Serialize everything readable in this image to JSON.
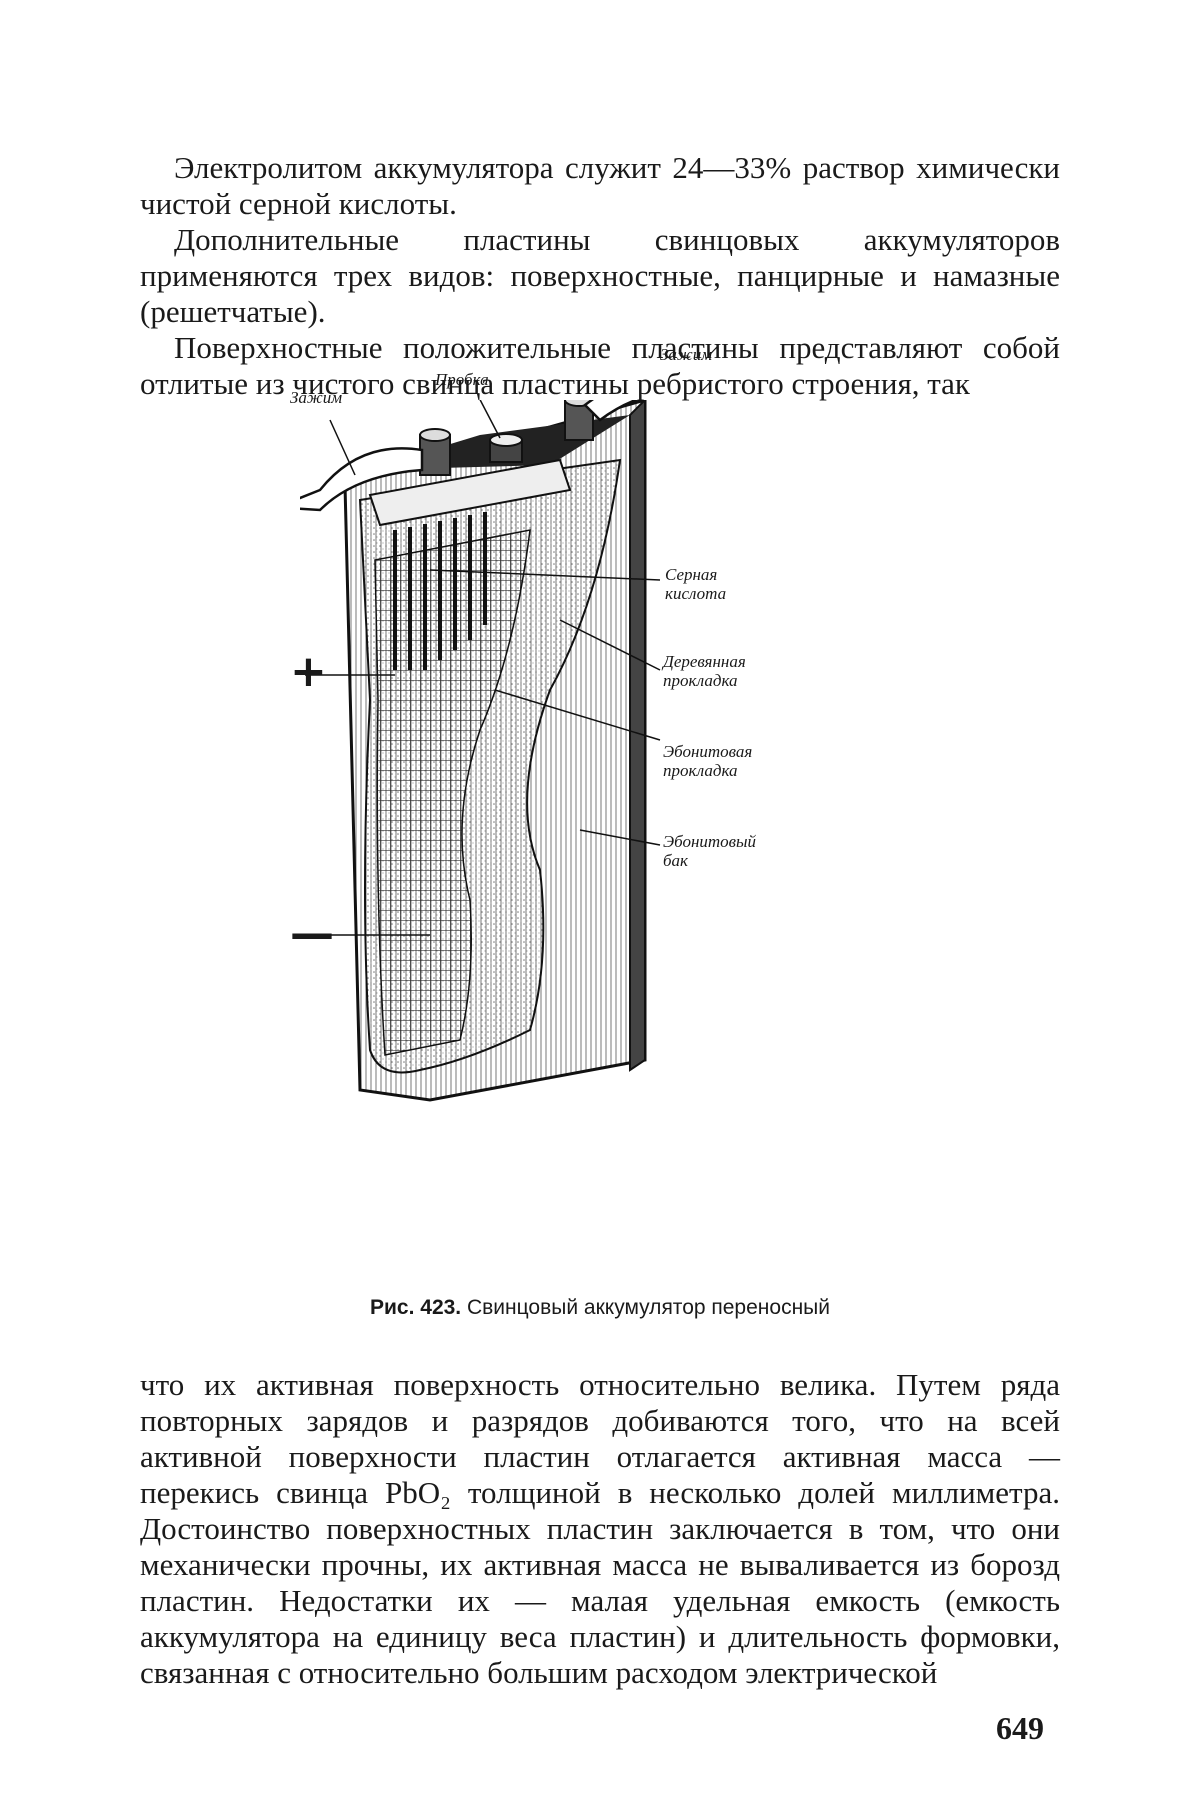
{
  "text_top": [
    "Электролитом аккумулятора служит 24—33% раствор химически чистой серной кислоты.",
    "Дополнительные пластины свинцовых аккумуляторов применяются трех видов: поверхностные, панцирные и намазные (решетчатые).",
    "Поверхностные положительные пластины представляют собой отлитые из чистого свинца пластины ребристого строения, так"
  ],
  "figure": {
    "labels": {
      "clamp_left": "Зажим",
      "clamp_right": "Зажим",
      "plug": "Пробка",
      "acid": "Серная кислота",
      "wood_spacer": "Деревянная прокладка",
      "ebonite_spacer": "Эбонитовая прокладка",
      "ebonite_tank": "Эбонитовый бак",
      "plus": "+",
      "minus": "—"
    },
    "caption_number": "Рис. 423.",
    "caption_text": "Свинцовый аккумулятор переносный"
  },
  "text_bottom": "что их активная поверхность относительно велика. Путем ряда повторных зарядов и разрядов добиваются того, что на всей активной поверхности пластин отлагается активная масса — перекись свинца PbO₂ толщиной в несколько долей миллиметра. Достоинство поверхностных пластин заключается в том, что они механически прочны, их активная масса не вываливается из борозд пластин. Недостатки их — малая удельная емкость (емкость аккумулятора на единицу веса пластин) и длительность формовки, связанная с относительно большим расходом электрической",
  "page_number": "649"
}
